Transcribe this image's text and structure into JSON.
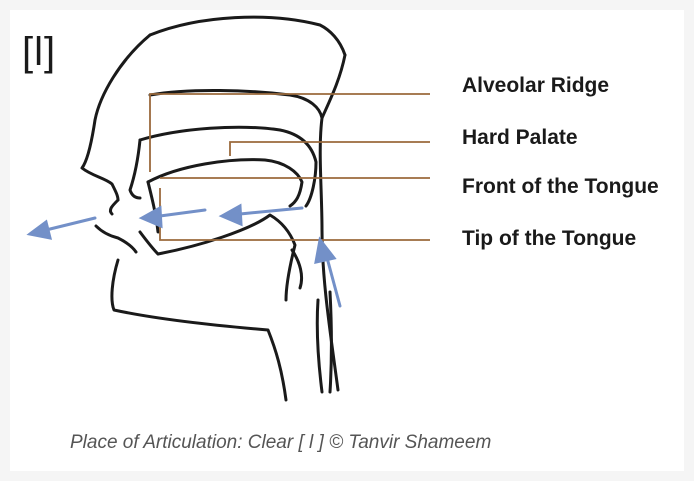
{
  "symbol": "[l]",
  "labels": {
    "alveolar_ridge": "Alveolar Ridge",
    "hard_palate": "Hard Palate",
    "front_of_tongue": "Front of the Tongue",
    "tip_of_tongue": "Tip of the Tongue"
  },
  "caption": "Place of Articulation: Clear [ l ]   © Tanvir Shameem",
  "colors": {
    "outline": "#1a1a1a",
    "leader_lines": "#9b6a3c",
    "airflow_arrows": "#7390c8"
  }
}
